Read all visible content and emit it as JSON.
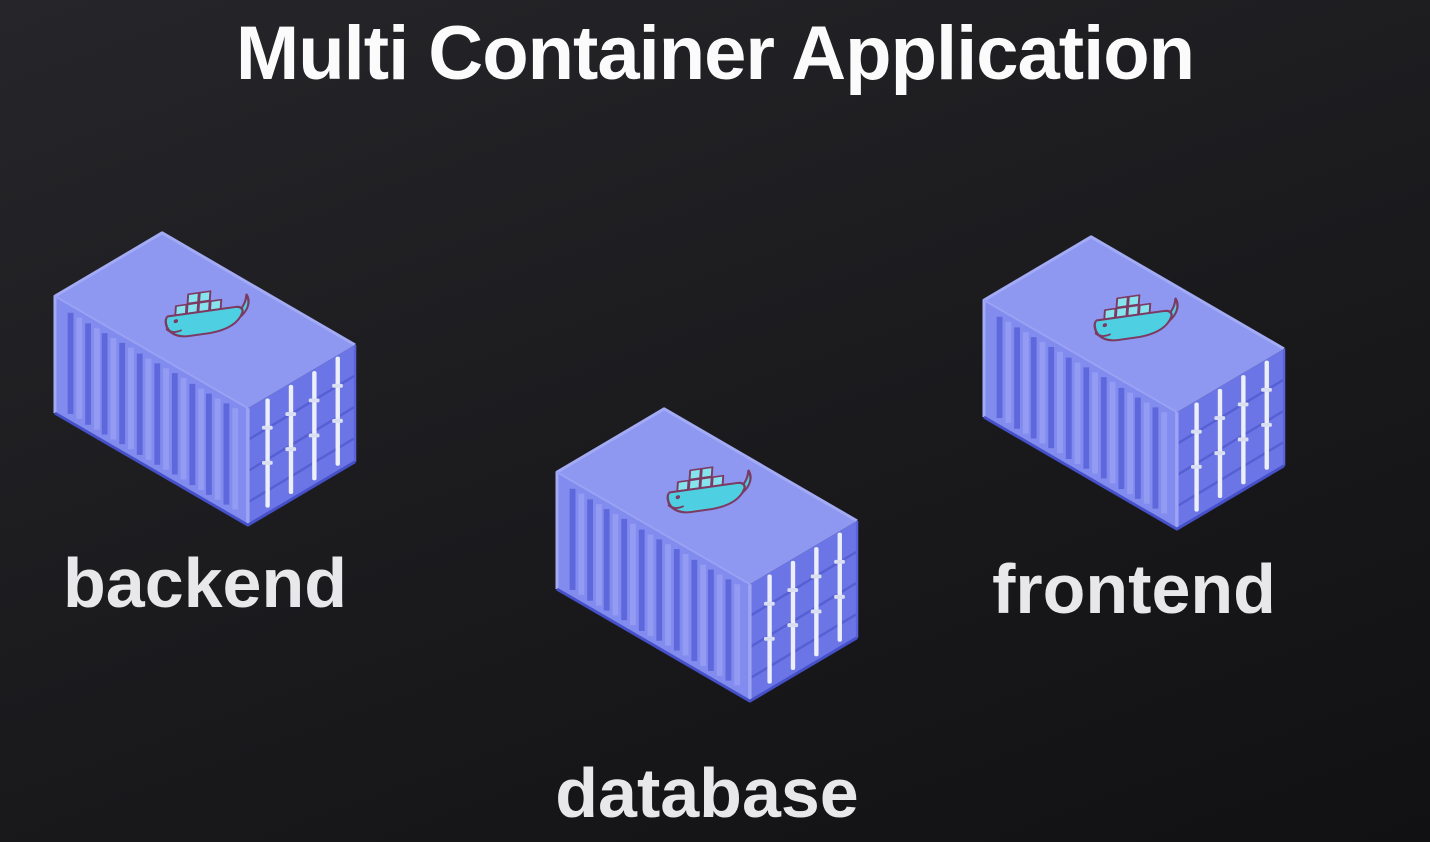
{
  "title": "Multi Container Application",
  "nodes": [
    {
      "label": "backend"
    },
    {
      "label": "database"
    },
    {
      "label": "frontend"
    }
  ],
  "icons": {
    "container": "docker-container-3d-icon",
    "logo": "docker-whale-icon"
  },
  "colors": {
    "background_top": "#26262a",
    "background_bottom": "#111113",
    "container_top_face": "#8e98f1",
    "container_side_face": "#828cee",
    "container_door_face": "#6b75e6",
    "corrugation_dark": "#5e68dc",
    "corrugation_light": "#939cf2",
    "door_rods": "#eceff8",
    "whale_fill": "#4fd0e2",
    "whale_outline": "#7c3a62",
    "title_color": "#fbfbfc",
    "label_color": "#e8e8ea"
  }
}
